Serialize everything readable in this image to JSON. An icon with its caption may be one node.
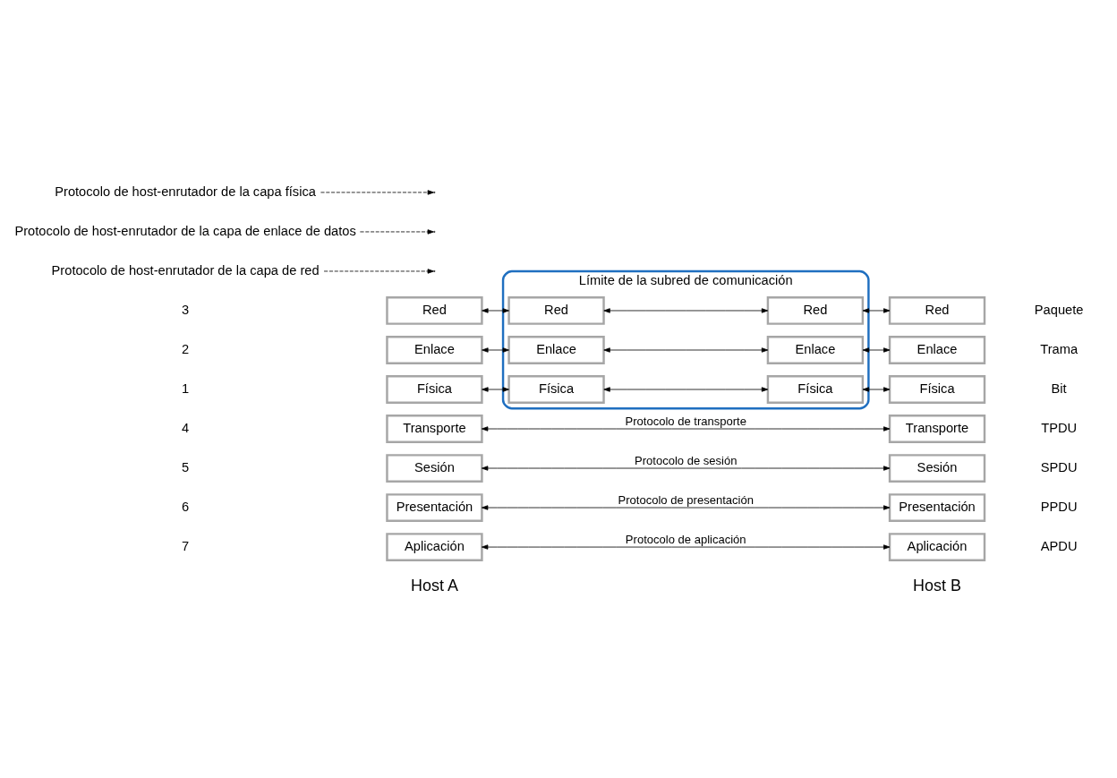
{
  "diagram": {
    "nodes": [
      {
        "text": [
          "Aplicación"
        ]
      },
      {
        "text": [
          "Aplicación"
        ]
      },
      {
        "text": [
          "Presentación"
        ]
      },
      {
        "text": [
          "Presentación"
        ]
      },
      {
        "text": [
          "Sesión"
        ]
      },
      {
        "text": [
          "Sesión"
        ]
      },
      {
        "text": [
          "Transporte"
        ]
      },
      {
        "text": [
          "Transporte"
        ]
      },
      {
        "text": [
          "Límite de la subred de comunicación"
        ]
      },
      {
        "text": [
          "Red"
        ]
      },
      {
        "text": [
          "Red"
        ],
        "in": 8
      },
      {
        "text": [
          "Red"
        ],
        "in": 8
      },
      {
        "text": [
          "Red"
        ]
      },
      {
        "text": [
          "Enlace"
        ]
      },
      {
        "text": [
          "Enlace"
        ],
        "in": 8
      },
      {
        "text": [
          "Enlace"
        ],
        "in": 8
      },
      {
        "text": [
          "Enlace"
        ]
      },
      {
        "text": [
          "Física"
        ]
      },
      {
        "text": [
          "Física"
        ],
        "in": 8
      },
      {
        "text": [
          "Física"
        ],
        "in": 8
      },
      {
        "text": [
          "Física"
        ]
      },
      {
        "text": [
          "Protocolo de host-enrutador de la capa de red"
        ]
      },
      {
        "text": [
          "Protocolo de host-enrutador de la capa de enlace de datos"
        ]
      },
      {
        "text": [
          "Protocolo de host-enrutador de la capa física"
        ]
      }
    ],
    "edges": [
      {
        "from": 0,
        "to": 1,
        "arrow": "both",
        "label": "Protocolo de aplicación"
      },
      {
        "from": 2,
        "to": 3,
        "arrow": "both",
        "label": "Protocolo de presentación"
      },
      {
        "from": 4,
        "to": 5,
        "arrow": "both",
        "label": "Protocolo de sesión"
      },
      {
        "from": 6,
        "to": 7,
        "arrow": "both",
        "label": "Protocolo de transporte"
      },
      {
        "from": 9,
        "to": 10,
        "arrow": "both"
      },
      {
        "from": 10,
        "to": 11,
        "arrow": "both"
      },
      {
        "from": 11,
        "to": 12,
        "arrow": "both"
      },
      {
        "from": 13,
        "to": 14,
        "arrow": "both"
      },
      {
        "from": 14,
        "to": 15,
        "arrow": "both"
      },
      {
        "from": 15,
        "to": 16,
        "arrow": "both"
      },
      {
        "from": 17,
        "to": 18,
        "arrow": "both"
      },
      {
        "from": 18,
        "to": 19,
        "arrow": "both"
      },
      {
        "from": 19,
        "to": 20,
        "arrow": "both"
      },
      {
        "from": 21,
        "to": null,
        "arrow": "to",
        "style": "dashed"
      },
      {
        "from": 22,
        "to": null,
        "arrow": "to",
        "style": "dashed"
      },
      {
        "from": 23,
        "to": null,
        "arrow": "to",
        "style": "dashed"
      }
    ],
    "labels": [
      "Host A",
      "Host B",
      "7",
      "APDU",
      "6",
      "PPDU",
      "5",
      "SPDU",
      "4",
      "TPDU",
      "3",
      "Paquete",
      "2",
      "Trama",
      "1",
      "Bit"
    ]
  }
}
